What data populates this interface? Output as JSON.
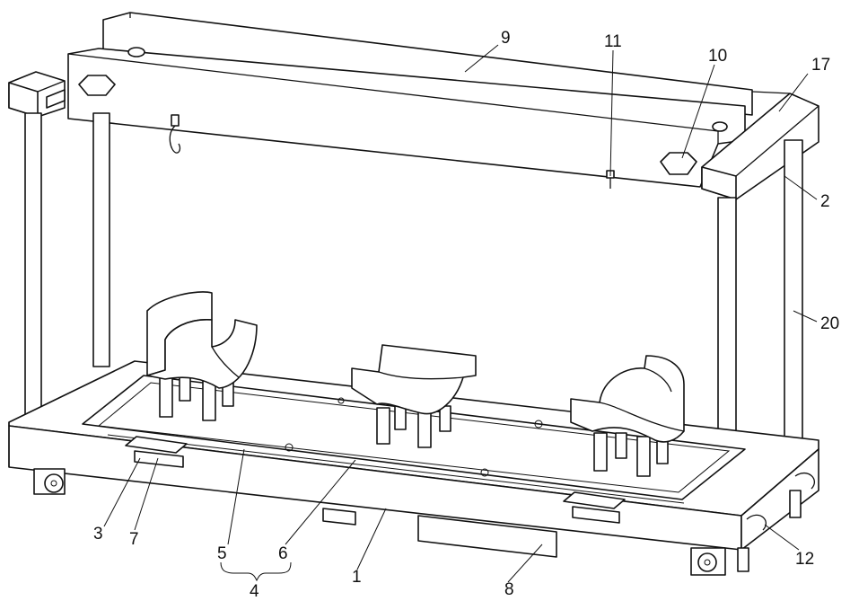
{
  "labels": {
    "l1": "1",
    "l2": "2",
    "l3": "3",
    "l4": "4",
    "l5": "5",
    "l6": "6",
    "l7": "7",
    "l8": "8",
    "l9": "9",
    "l10": "10",
    "l11": "11",
    "l12": "12",
    "l17": "17",
    "l20": "20"
  }
}
